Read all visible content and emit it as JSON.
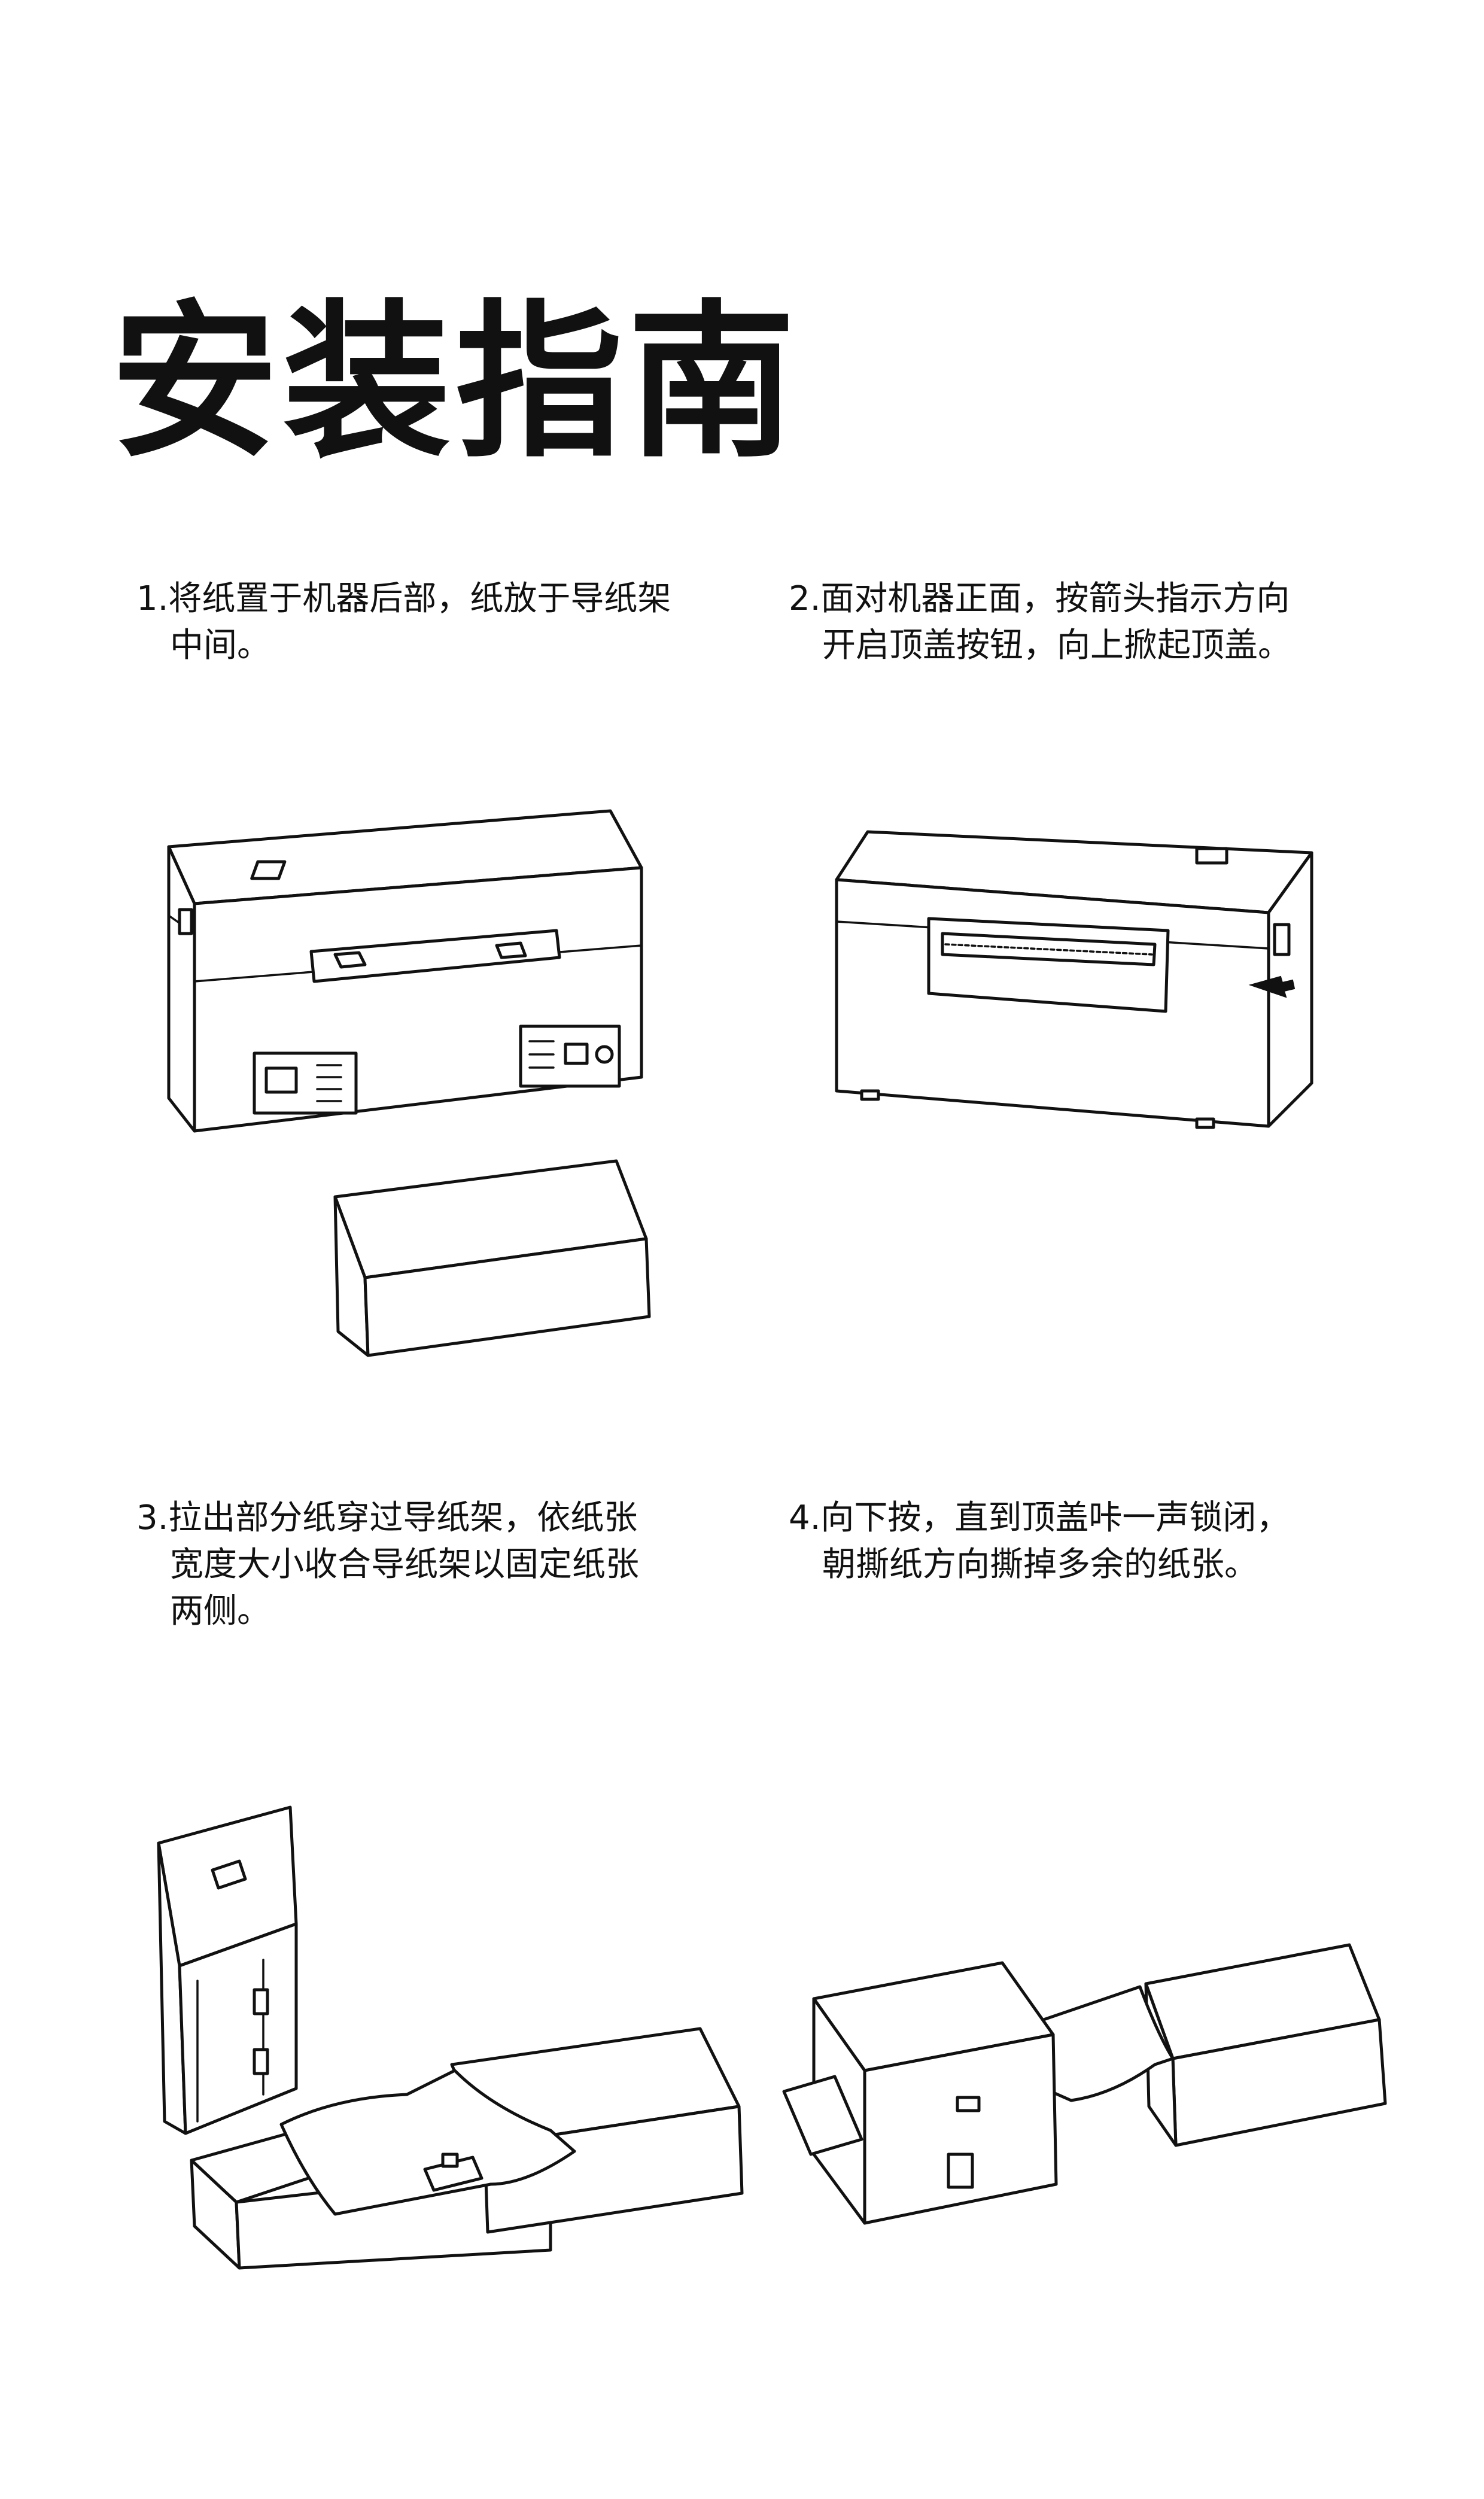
{
  "page": {
    "title": "安装指南"
  },
  "steps": [
    {
      "number": "1",
      "lines": [
        "1.将纸置于机器后部，纸放于导纸架",
        "中间。"
      ]
    },
    {
      "number": "2",
      "lines": [
        "2.面对机器正面，按箭头指示方向",
        "开启顶盖按钮，向上掀起顶盖。"
      ]
    },
    {
      "number": "3",
      "lines": [
        "3.拉出部分纸穿过导纸架，依纸张",
        "宽度大小收合导纸架以固定纸张",
        "两侧。"
      ]
    },
    {
      "number": "4",
      "lines": [
        "4.向下按，直到顶盖咔一声锁闭，",
        "朝撕纸方向撕掉多余的纸张。"
      ]
    }
  ],
  "illustrations": [
    {
      "step": "1",
      "icon": "printer-rear-with-paper-stack-illustration"
    },
    {
      "step": "2",
      "icon": "printer-front-with-arrow-illustration"
    },
    {
      "step": "3",
      "icon": "printer-open-lid-paper-feed-illustration"
    },
    {
      "step": "4",
      "icon": "printer-closed-tearing-paper-illustration"
    }
  ],
  "colors": {
    "ink": "#111111",
    "background": "#ffffff"
  }
}
